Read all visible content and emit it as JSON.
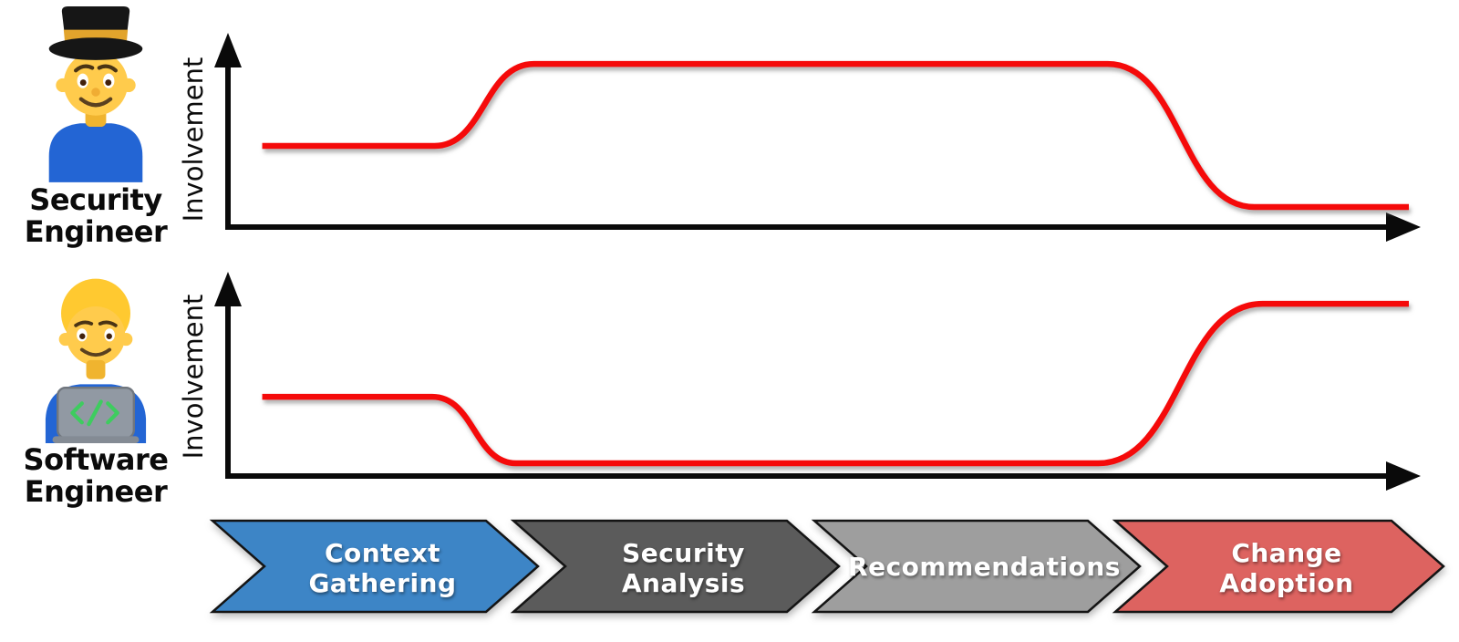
{
  "figures": {
    "security": {
      "icon": "man-in-top-hat-emoji",
      "label_line1": "Security",
      "label_line2": "Engineer"
    },
    "software": {
      "icon": "man-technologist-emoji",
      "label_line1": "Software",
      "label_line2": "Engineer"
    }
  },
  "chart_data": [
    {
      "type": "line",
      "title": "Security Engineer involvement",
      "ylabel": "Involvement",
      "xlabel": "",
      "x_axis_phases": [
        "Context Gathering",
        "Security Analysis",
        "Recommendations",
        "Change Adoption"
      ],
      "x_range": [
        0,
        1
      ],
      "y_range": [
        0,
        1
      ],
      "grid": false,
      "legend": "none",
      "series": [
        {
          "name": "Security Engineer involvement",
          "color": "#f50a0a",
          "points": [
            [
              0.029,
              0.42
            ],
            [
              0.175,
              0.42
            ],
            [
              0.259,
              0.844
            ],
            [
              0.745,
              0.844
            ],
            [
              0.869,
              0.104
            ],
            [
              1.0,
              0.104
            ]
          ]
        }
      ],
      "description": "Medium involvement during Context Gathering, high during Security Analysis and Recommendations, low during Change Adoption"
    },
    {
      "type": "line",
      "title": "Software Engineer involvement",
      "ylabel": "Involvement",
      "xlabel": "",
      "x_axis_phases": [
        "Context Gathering",
        "Security Analysis",
        "Recommendations",
        "Change Adoption"
      ],
      "x_range": [
        0,
        1
      ],
      "y_range": [
        0,
        1
      ],
      "grid": false,
      "legend": "none",
      "series": [
        {
          "name": "Software Engineer involvement",
          "color": "#f50a0a",
          "points": [
            [
              0.029,
              0.41
            ],
            [
              0.173,
              0.41
            ],
            [
              0.244,
              0.066
            ],
            [
              0.737,
              0.066
            ],
            [
              0.876,
              0.891
            ],
            [
              1.0,
              0.891
            ]
          ]
        }
      ],
      "description": "Medium involvement during Context Gathering, low during Security Analysis and Recommendations, high during Change Adoption"
    }
  ],
  "process_steps": [
    {
      "lines": [
        "Context",
        "Gathering"
      ],
      "color": "#3d85c6"
    },
    {
      "lines": [
        "Security",
        "Analysis"
      ],
      "color": "#5b5b5b"
    },
    {
      "lines": [
        "Recommendations"
      ],
      "color": "#9e9e9e"
    },
    {
      "lines": [
        "Change",
        "Adoption"
      ],
      "color": "#dd6360"
    }
  ],
  "colors": {
    "curve": "#f50a0a",
    "axis": "#0a0a0a",
    "chevron_text": "#ffffff",
    "chevron_outline": "#141414"
  }
}
